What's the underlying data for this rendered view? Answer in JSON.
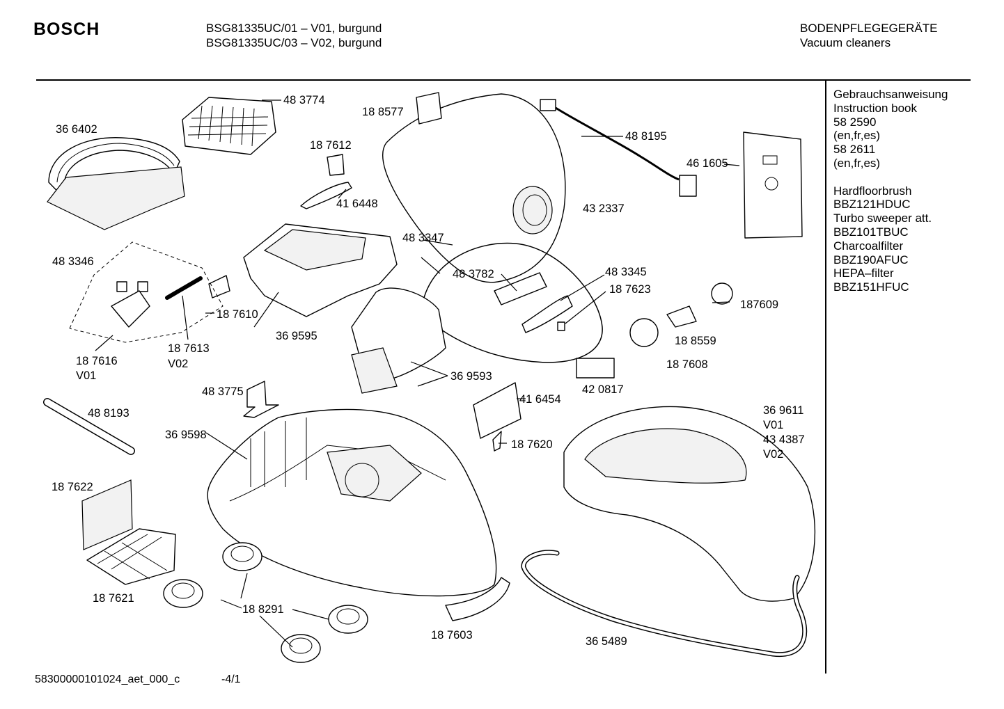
{
  "header": {
    "brand": "BOSCH",
    "model_line_1": "BSG81335UC/01 – V01, burgund",
    "model_line_2": "BSG81335UC/03 – V02, burgund",
    "category_de": "BODENPFLEGEGERÄTE",
    "category_en": "Vacuum cleaners"
  },
  "side_panel": {
    "lines_a": [
      "Gebrauchsanweisung",
      "Instruction book",
      "58 2590",
      "(en,fr,es)",
      "58 2611",
      "(en,fr,es)"
    ],
    "lines_b": [
      "Hardfloorbrush",
      "BBZ121HDUC",
      "Turbo sweeper att.",
      "BBZ101TBUC",
      "Charcoalfilter",
      "BBZ190AFUC",
      "HEPA–filter",
      "BBZ151HFUC"
    ]
  },
  "part_labels": {
    "p483774": "48 3774",
    "p188577": "18 8577",
    "p366402": "36 6402",
    "p187612": "18 7612",
    "p488195": "48 8195",
    "p461605": "46 1605",
    "p416448": "41 6448",
    "p432337": "43 2337",
    "p483346": "48 3346",
    "p483347": "48 3347",
    "p483782": "48 3782",
    "p483345": "48 3345",
    "p187623": "18 7623",
    "p187610": "18 7610",
    "p369595": "36 9595",
    "p187609": "187609",
    "p187613": "18 7613",
    "p187613v": "V02",
    "p188559": "18 8559",
    "p187616": "18 7616",
    "p187616v": "V01",
    "p187608": "18 7608",
    "p369593": "36 9593",
    "p420817": "42 0817",
    "p483775": "48 3775",
    "p416454": "41 6454",
    "p488193": "48 8193",
    "p369611": "36 9611",
    "p369611v": "V01",
    "p434387": "43 4387",
    "p434387v": "V02",
    "p369598": "36 9598",
    "p187620": "18 7620",
    "p187622": "18 7622",
    "p187621": "18 7621",
    "p188291": "18 8291",
    "p187603": "18 7603",
    "p365489": "36 5489"
  },
  "footer": {
    "doc_code": "58300000101024_aet_000_c",
    "page": "-4/1"
  }
}
